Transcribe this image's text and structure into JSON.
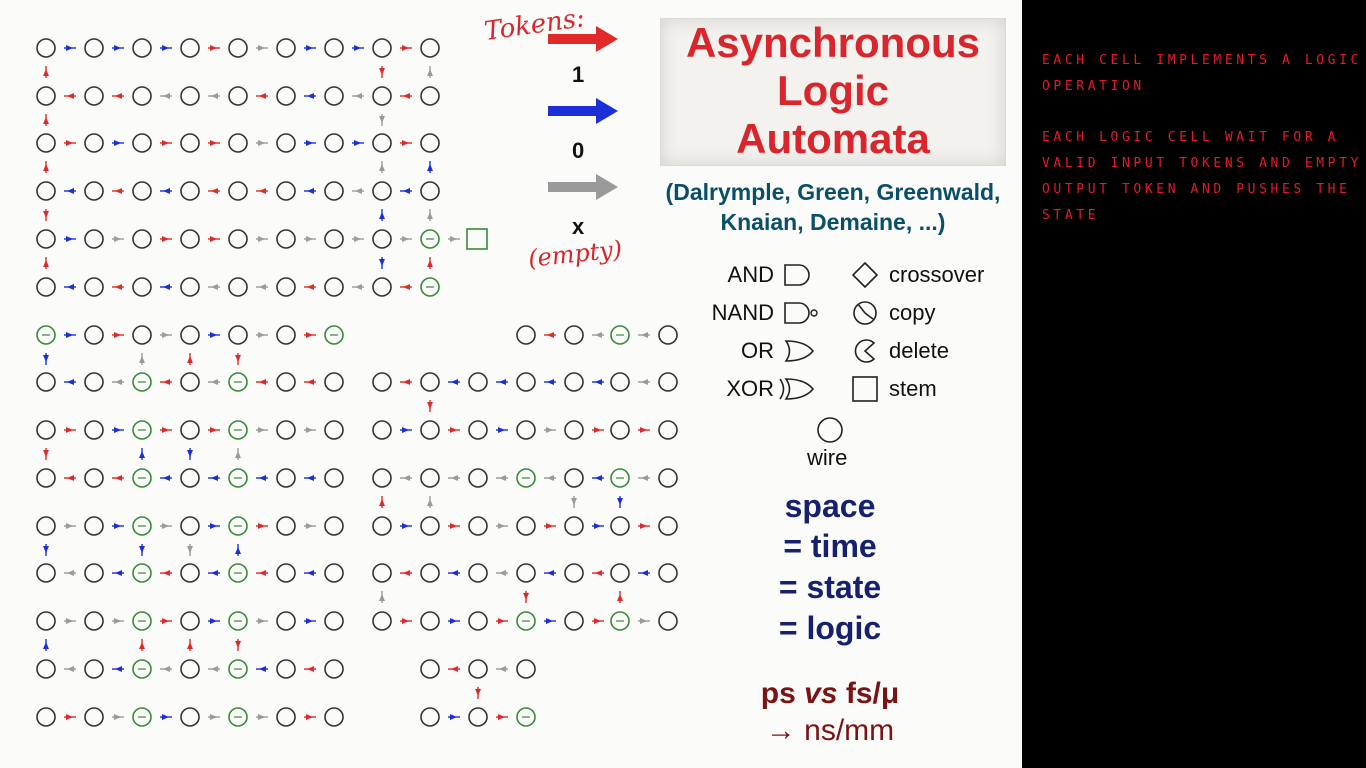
{
  "title_lines": [
    "Asynchronous",
    "Logic",
    "Automata"
  ],
  "handwritten": {
    "tokens": "Tokens:",
    "empty": "(empty)"
  },
  "tokens": [
    {
      "label": "1",
      "color": "#e02a2a"
    },
    {
      "label": "0",
      "color": "#1a2fd8"
    },
    {
      "label": "x",
      "color": "#9a9a9a"
    }
  ],
  "authors": [
    "(Dalrymple, Green, Greenwald,",
    "Knaian, Demaine, ...)"
  ],
  "legend": {
    "gates": [
      "AND",
      "NAND",
      "OR",
      "XOR"
    ],
    "cells": [
      "crossover",
      "copy",
      "delete",
      "stem"
    ],
    "wire": "wire"
  },
  "equations": [
    "space",
    "= time",
    "= state",
    "= logic"
  ],
  "scaling": {
    "line1_a": "ps ",
    "line1_vs": "vs",
    "line1_b": " fs/μ",
    "line2": "→ ns/mm"
  },
  "note": [
    "EACH CELL IMPLEMENTS A LOGIC OPERATION",
    "EACH LOGIC CELL WAIT FOR A VALID INPUT TOKENS AND EMPTY OUTPUT TOKEN AND PUSHES THE STATE"
  ],
  "colors": {
    "one": "#e02a2a",
    "zero": "#1a2fd8",
    "empty": "#9a9a9a",
    "title": "#d8262c",
    "authors": "#0a4f68",
    "equations": "#15206e",
    "note": "#e21b2a"
  }
}
